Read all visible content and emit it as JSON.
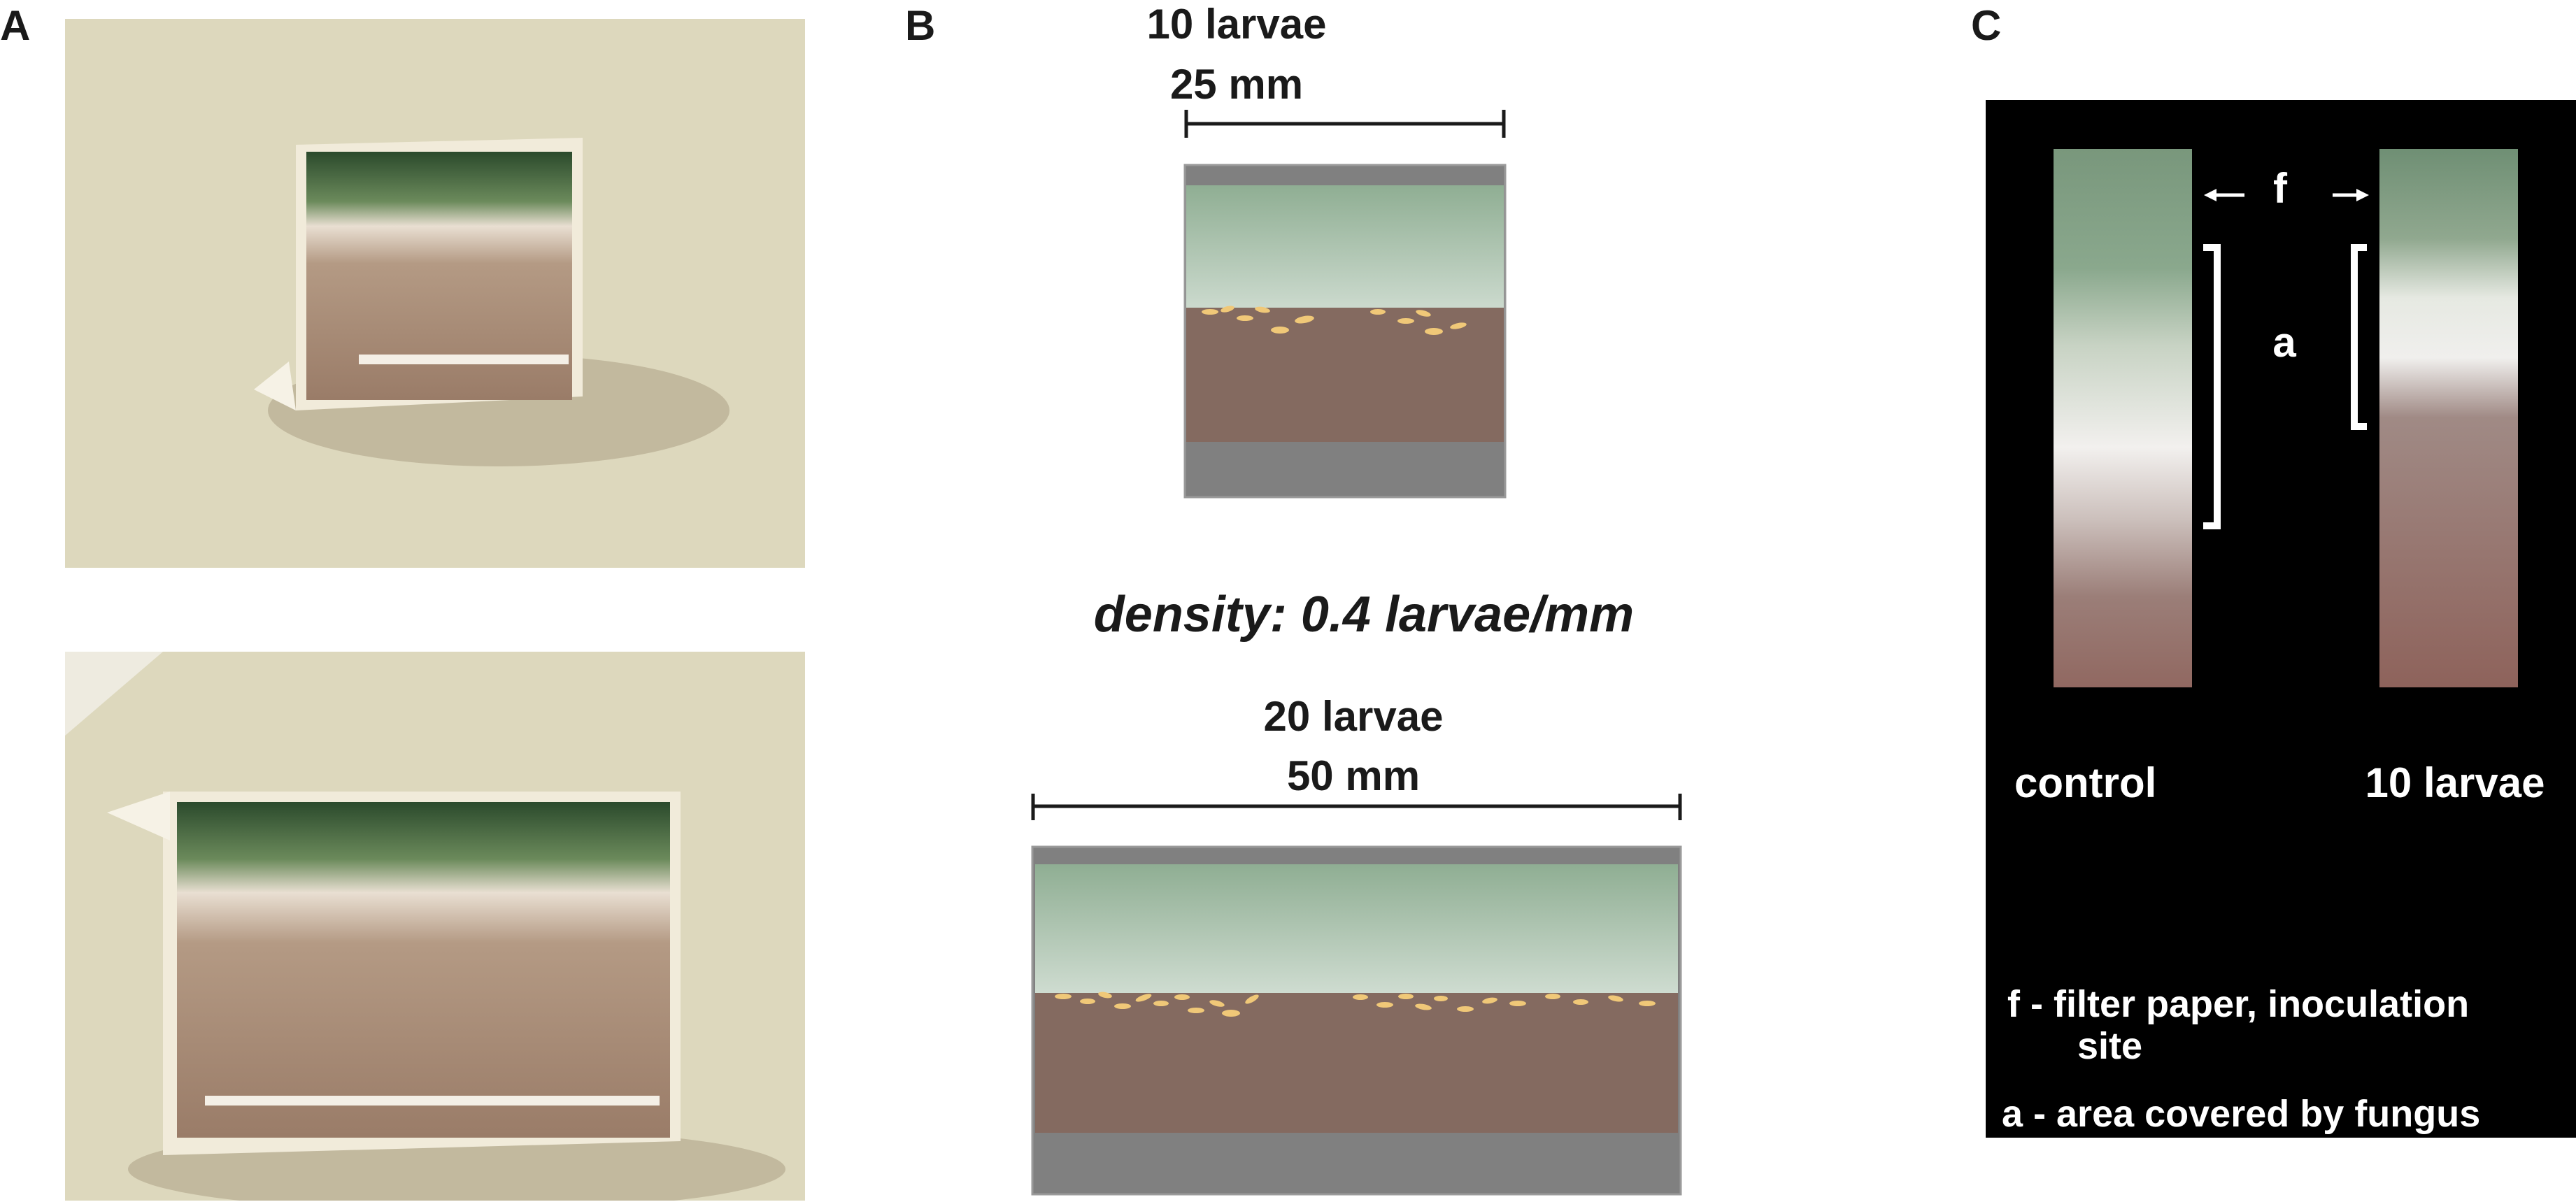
{
  "panels": {
    "a": {
      "letter": "A"
    },
    "b": {
      "letter": "B",
      "small": {
        "count": "10 larvae",
        "width": "25 mm"
      },
      "density": "density: 0.4 larvae/mm",
      "large": {
        "count": "20 larvae",
        "width": "50 mm"
      }
    },
    "c": {
      "letter": "C",
      "f_label": "f",
      "a_label": "a",
      "strip_labels": [
        "control",
        "10 larvae"
      ],
      "legend": {
        "f_line1": "f - filter paper, inoculation",
        "f_line2": "site",
        "a_line": "a - area covered by fungus"
      }
    }
  },
  "colors": {
    "fungus_green": "#8fae93",
    "medium_brown": "#846a60",
    "box_gray": "#808080",
    "larva_yellow": "#f0c878",
    "photo_bg": "#ddd8bd",
    "panel_c_bg": "#000000"
  }
}
